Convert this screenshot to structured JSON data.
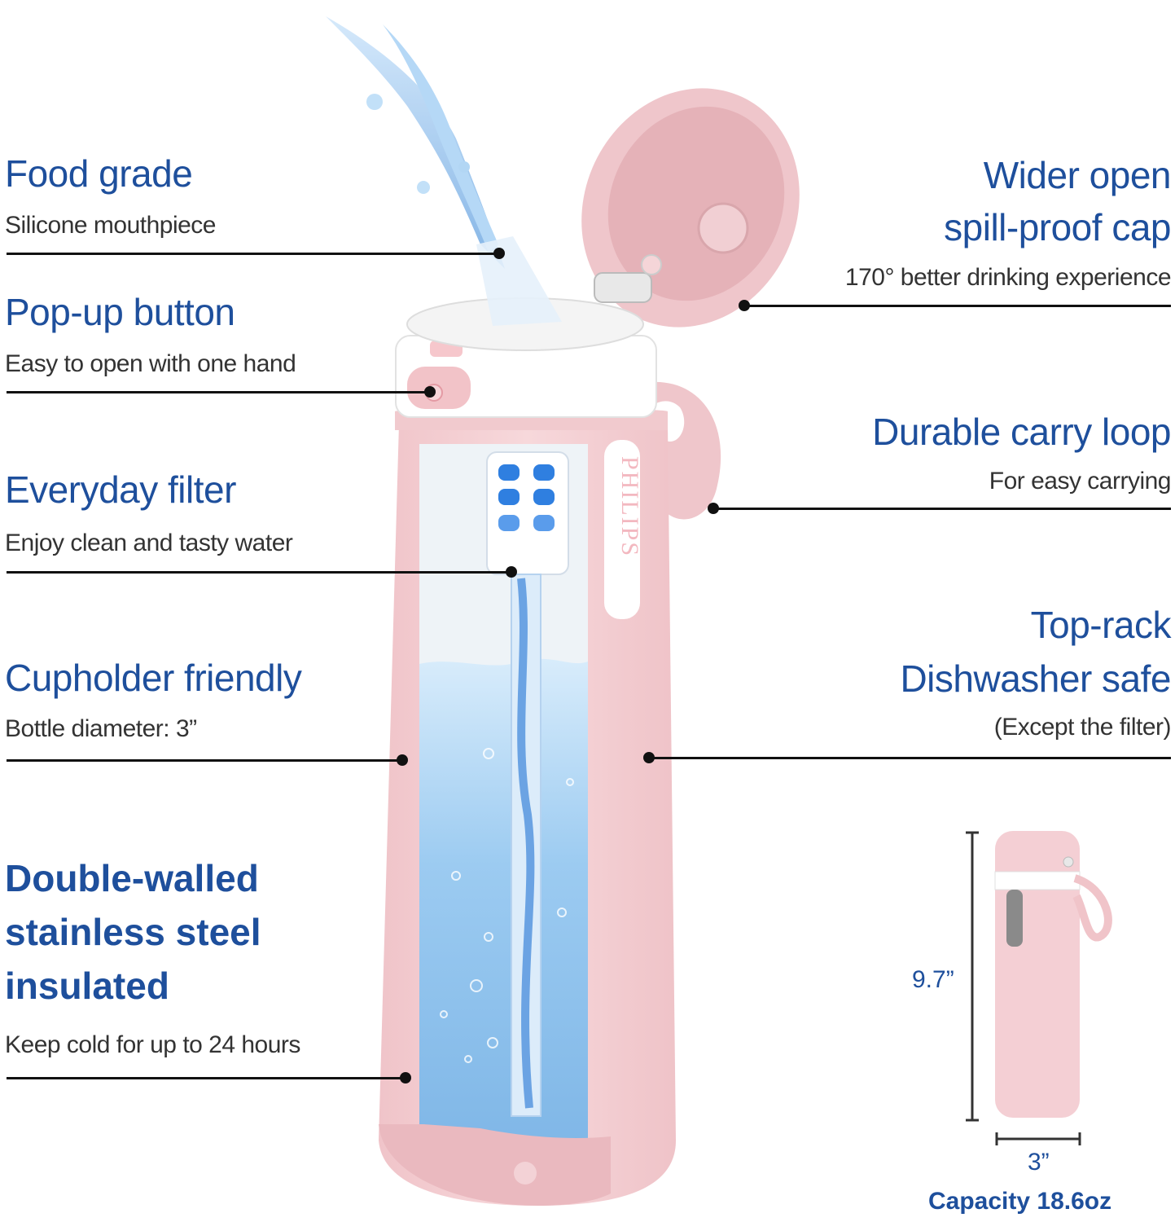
{
  "features_left": [
    {
      "title": "Food grade",
      "subtitle": "Silicone mouthpiece"
    },
    {
      "title": "Pop-up button",
      "subtitle": "Easy to open with one hand"
    },
    {
      "title": "Everyday filter",
      "subtitle": "Enjoy clean and tasty water"
    },
    {
      "title": "Cupholder friendly",
      "subtitle": "Bottle diameter: 3”"
    },
    {
      "title_lines": [
        "Double-walled",
        "stainless steel",
        "insulated"
      ],
      "subtitle": "Keep cold for up to 24 hours"
    }
  ],
  "features_right": [
    {
      "title_lines": [
        "Wider open",
        "spill-proof cap"
      ],
      "subtitle": "170° better drinking experience"
    },
    {
      "title": "Durable carry loop",
      "subtitle": "For easy carrying"
    },
    {
      "title_lines": [
        "Top-rack",
        "Dishwasher safe"
      ],
      "subtitle": "(Except the filter)"
    }
  ],
  "brand": "PHILIPS",
  "dimensions": {
    "height": "9.7”",
    "width": "3”",
    "capacity": "Capacity 18.6oz"
  },
  "colors": {
    "accent": "#1e4f9c",
    "bottle": "#f3cfd3",
    "water": "#8fc3ee"
  }
}
